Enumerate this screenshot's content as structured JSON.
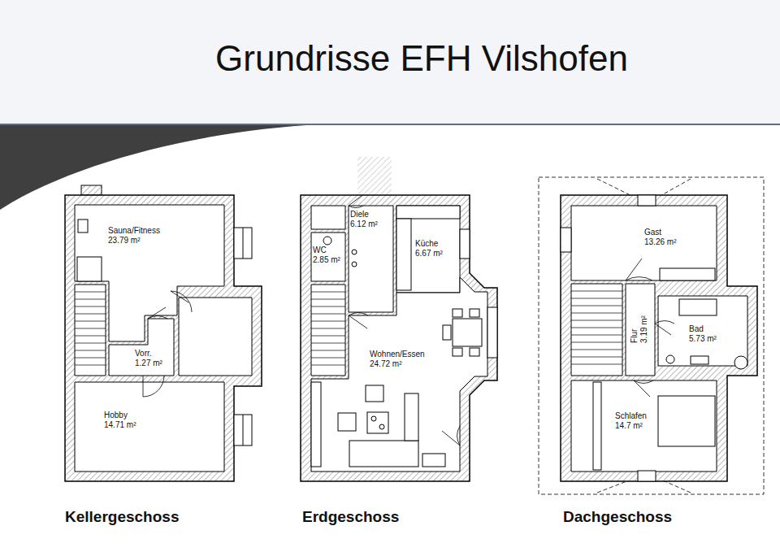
{
  "diagram": {
    "title": "Grundrisse EFH Vilshofen",
    "nodes": [
      {
        "text": [
          "Kellergeschoss"
        ]
      },
      {
        "text": [
          "Sauna/Fitness",
          "23.79 m²"
        ],
        "in": 0
      },
      {
        "text": [
          "Vorr.",
          "1.27 m²"
        ],
        "in": 0
      },
      {
        "text": [
          "Hobby",
          "14.71 m²"
        ],
        "in": 0
      },
      {
        "text": [
          "Erdgeschoss"
        ]
      },
      {
        "text": [
          "Diele",
          "6.12 m²"
        ],
        "in": 4
      },
      {
        "text": [
          "WC",
          "2.85 m²"
        ],
        "in": 4
      },
      {
        "text": [
          "Küche",
          "6.67 m²"
        ],
        "in": 4
      },
      {
        "text": [
          "Wohnen/Essen",
          "24.72 m²"
        ],
        "in": 4
      },
      {
        "text": [
          "Dachgeschoss"
        ]
      },
      {
        "text": [
          "Gast",
          "13.26 m²"
        ],
        "in": 9
      },
      {
        "text": [
          "Flur",
          "3.19 m²"
        ],
        "in": 9
      },
      {
        "text": [
          "Bad",
          "5.73 m²"
        ],
        "in": 9
      },
      {
        "text": [
          "Schlafen",
          "14.7 m²"
        ],
        "in": 9
      }
    ]
  }
}
